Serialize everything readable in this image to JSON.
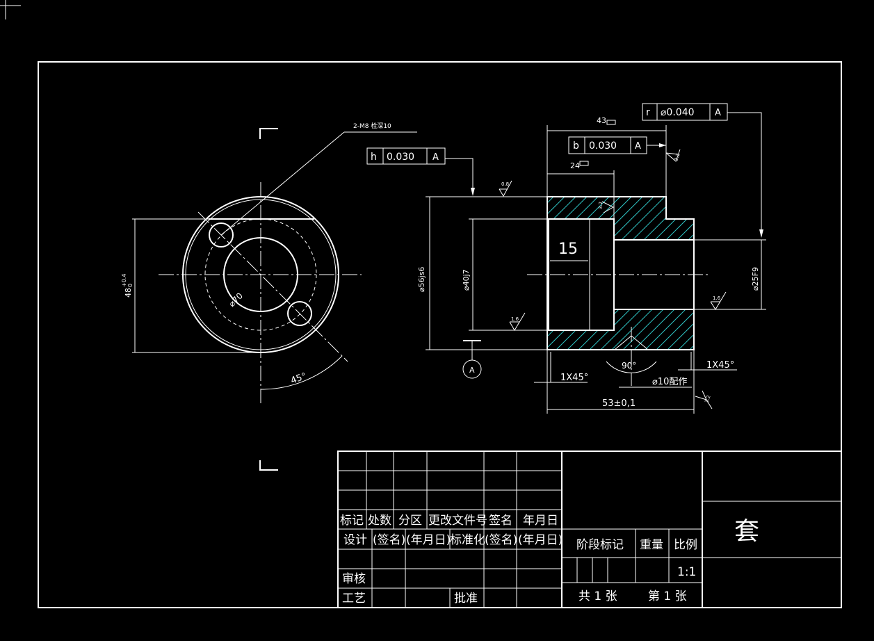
{
  "colors": {
    "background": "#000000",
    "line": "#ffffff",
    "hatch": "#2fc4c4"
  },
  "front_view": {
    "thread_callout": "2-M8 栓深10",
    "tolerance_frame": {
      "symbol": "h",
      "value": "0.030",
      "datum": "A"
    },
    "dim_height": "48",
    "dim_height_tol_upper": "+0.4",
    "dim_height_tol_lower": "0",
    "dim_pcd": "⌀70",
    "dim_angle": "45°"
  },
  "section_view": {
    "frame_r": {
      "symbol": "r",
      "value": "⌀0.040",
      "datum": "A"
    },
    "frame_b": {
      "symbol": "b",
      "value": "0.030",
      "datum": "A"
    },
    "dim_43": "43",
    "dim_24": "24",
    "dim_15": "15",
    "dim_56": "⌀56js6",
    "dim_40": "⌀40j7",
    "dim_25": "⌀25F9",
    "chamfer_left": "1X45°",
    "chamfer_right": "1X45°",
    "dim_90": "90°",
    "dim_pin": "⌀10配作",
    "dim_length": "53±0,1",
    "datum_label": "A",
    "rough_08": "0.8",
    "rough_16a": "1.6",
    "rough_16b": "1.6",
    "rough_32a": "3.2",
    "rough_32b": "3.2",
    "rough_32c": "3.2"
  },
  "title_block": {
    "headers": [
      "标记",
      "处数",
      "分区",
      "更改文件号",
      "签名",
      "年月日"
    ],
    "row_design": [
      "设计",
      "(签名)",
      "(年月日)",
      "标准化",
      "(签名)",
      "(年月日)"
    ],
    "review": "审核",
    "process": "工艺",
    "approve": "批准",
    "stage": "阶段标记",
    "weight": "重量",
    "scale": "比例",
    "scale_value": "1:1",
    "sheets_total": "共 1 张",
    "sheet_current": "第 1 张",
    "part_name": "套"
  }
}
